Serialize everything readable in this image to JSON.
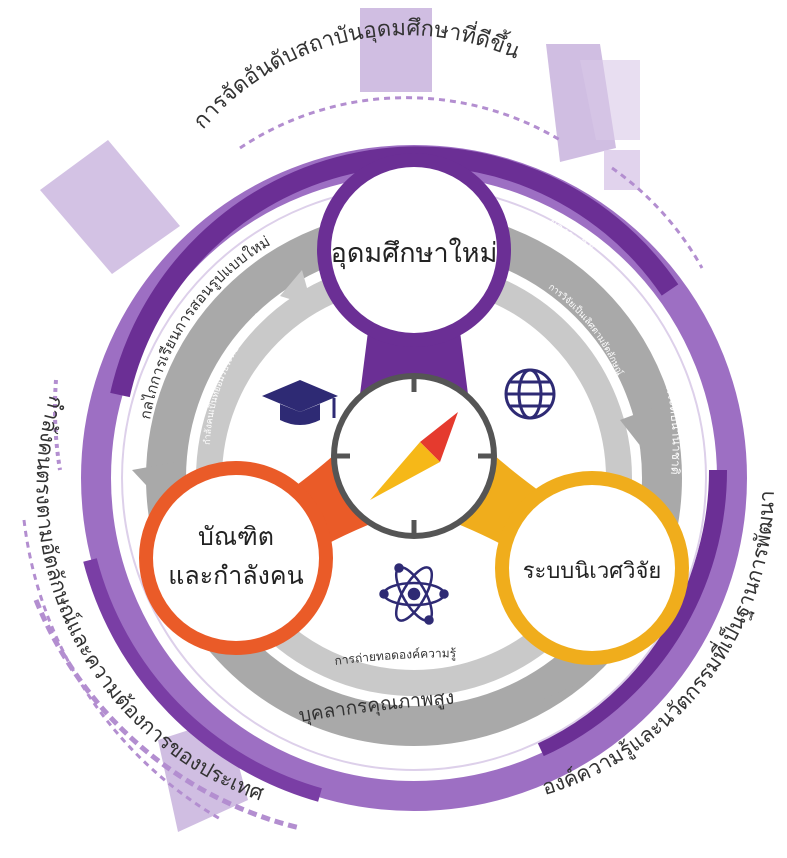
{
  "outer": {
    "top": "การจัดอันดับสถาบันอุดมศึกษาที่ดีขึ้น",
    "left": "กำลังคนตรงตามอัตลักษณ์และความต้องการของประเทศ",
    "right": "องค์ความรู้และนวัตกรรมที่เป็นฐานการพัฒนา"
  },
  "inner_ring": {
    "left_outer": "กลไกการเรียนการสอนรูปแบบใหม่",
    "left_inner": "กำลังคนเป็นที่ยอมรับระดับนานาชาติ",
    "right_outer": "ผลงานวิจัยและองค์ความรู้เป็นที่ยอมรับในระดับนานาชาติ",
    "right_inner": "การวิจัยเป็นเลิศตามอัตลักษณ์",
    "bottom_outer": "บุคลากรคุณภาพสูง",
    "bottom_inner": "การถ่ายทอดองค์ความรู้"
  },
  "nodes": {
    "top": "อุดมศึกษาใหม่",
    "left_line1": "บัณฑิต",
    "left_line2": "และกำลังคน",
    "right": "ระบบนิเวศวิจัย"
  },
  "icons": [
    "graduation-cap-icon",
    "globe-icon",
    "atom-icon",
    "compass-icon"
  ],
  "colors": {
    "purple_dark": "#6b2f95",
    "purple_mid": "#8e5ab3",
    "purple_light": "#b89ad0",
    "gray": "#a9a9a9",
    "orange": "#ea5b28",
    "yellow": "#f0ad1c",
    "navy": "#2e2a74",
    "compass_red": "#e53a2e",
    "compass_yellow": "#f6b818"
  }
}
